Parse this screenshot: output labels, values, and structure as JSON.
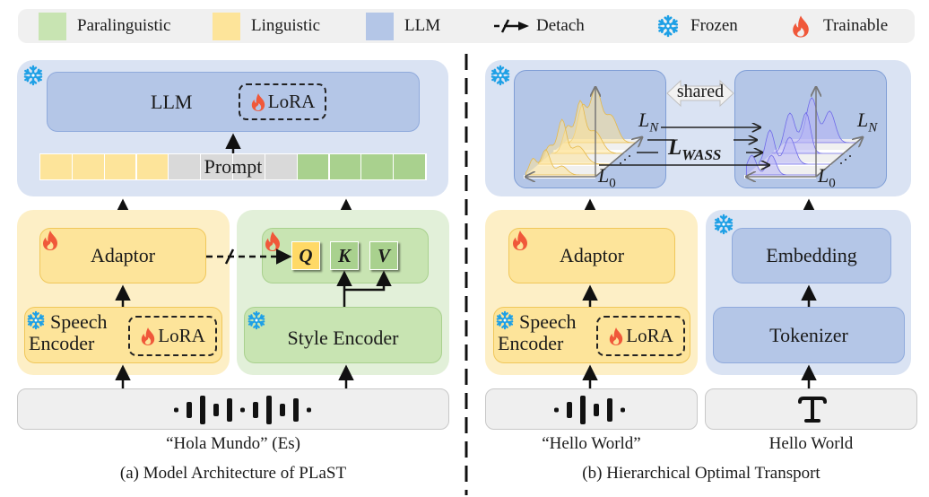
{
  "legend": {
    "items": [
      {
        "label": "Paralinguistic",
        "color": "#c8e4b2"
      },
      {
        "label": "Linguistic",
        "color": "#fde49a"
      },
      {
        "label": "LLM",
        "color": "#b4c6e7"
      }
    ],
    "detach_label": "Detach",
    "frozen_label": "Frozen",
    "trainable_label": "Trainable"
  },
  "colors": {
    "frozen": "#1ea0e6",
    "trainable": "#f0583a",
    "llm_panel": "#dae3f3",
    "llm_box": "#b4c6e7",
    "ling_panel": "#fdefc6",
    "ling_box": "#fde49a",
    "para_panel": "#e2f0d9",
    "para_box": "#c8e4b2",
    "prompt_gray": "#d9d9d9",
    "prompt_green": "#a9d18e",
    "q_fill": "#ffd966"
  },
  "part_a": {
    "llm_label": "LLM",
    "llm_lora_label": "LoRA",
    "prompt_label": "Prompt",
    "prompt_cells": [
      "linguistic",
      "linguistic",
      "linguistic",
      "linguistic",
      "gray",
      "gray",
      "gray",
      "gray",
      "paralinguistic",
      "paralinguistic",
      "paralinguistic",
      "paralinguistic"
    ],
    "adaptor_label": "Adaptor",
    "speech_encoder_line1": "Speech",
    "speech_encoder_line2": "Encoder",
    "speech_lora_label": "LoRA",
    "q_label": "Q",
    "k_label": "K",
    "v_label": "V",
    "style_encoder_label": "Style Encoder",
    "input_caption": "“Hola Mundo” (Es)",
    "caption": "(a) Model Architecture of PLaST"
  },
  "part_b": {
    "shared_label": "shared",
    "ln_label_left": "L",
    "ln_sub_left": "N",
    "l0_label_left": "L",
    "l0_sub_left": "0",
    "ln_label_right": "L",
    "ln_sub_right": "N",
    "l0_label_right": "L",
    "l0_sub_right": "0",
    "lwass_label": "L",
    "lwass_sub": "WASS",
    "adaptor_label": "Adaptor",
    "speech_encoder_line1": "Speech",
    "speech_encoder_line2": "Encoder",
    "speech_lora_label": "LoRA",
    "embedding_label": "Embedding",
    "tokenizer_label": "Tokenizer",
    "speech_input_caption": "“Hello World”",
    "text_input_caption": "Hello World",
    "text_icon_glyph": "T",
    "caption": "(b) Hierarchical Optimal Transport"
  }
}
